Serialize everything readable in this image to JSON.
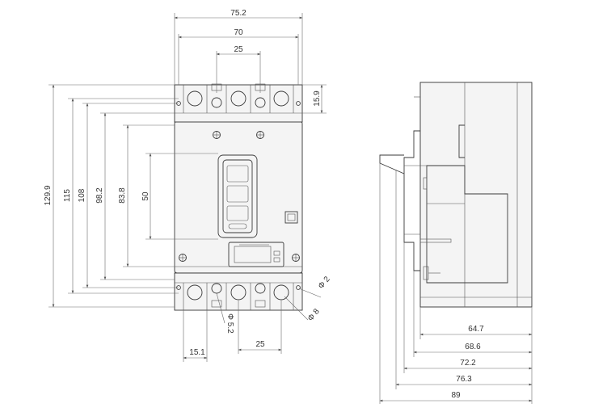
{
  "front_view": {
    "dims_top": {
      "overall_width": "75.2",
      "mount_span": "70",
      "center_pitch": "25"
    },
    "dims_right": {
      "terminal_height": "15.9"
    },
    "dims_left": {
      "h1": "129.9",
      "h2": "115",
      "h3": "108",
      "h4": "98.2",
      "h5": "83.8",
      "h6": "50"
    },
    "dims_bottom": {
      "pitch_left": "15.1",
      "pitch_center": "25"
    },
    "dims_holes": {
      "hole_small": "Φ 2",
      "hole_large": "Φ 8",
      "hole_mount": "Φ 5.2"
    }
  },
  "side_view": {
    "depths": [
      "64.7",
      "68.6",
      "72.2",
      "76.3",
      "89"
    ]
  }
}
